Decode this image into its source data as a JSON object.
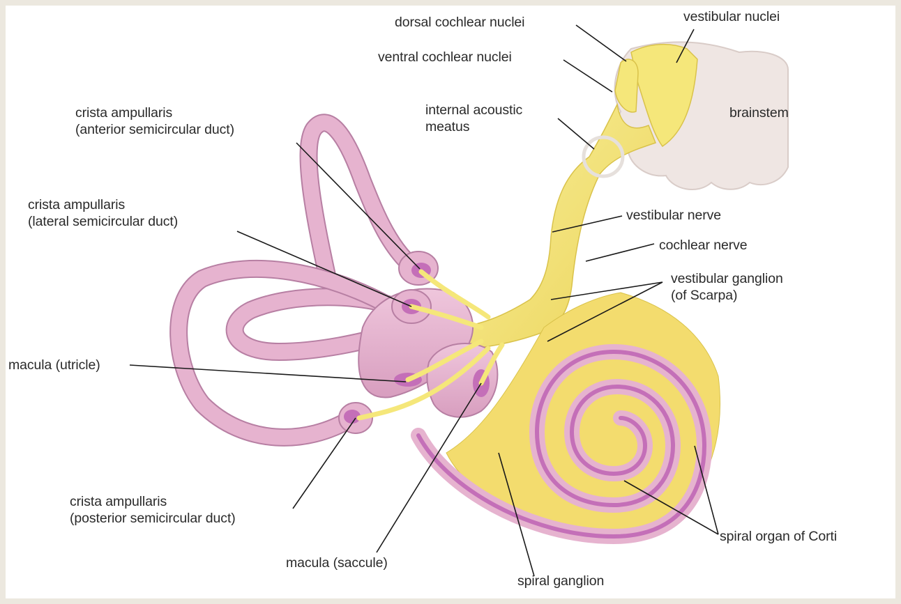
{
  "labels": {
    "dorsal_cochlear_nuclei": "dorsal cochlear nuclei",
    "vestibular_nuclei": "vestibular nuclei",
    "ventral_cochlear_nuclei": "ventral cochlear nuclei",
    "internal_acoustic_meatus": [
      "internal acoustic",
      "meatus"
    ],
    "brainstem": "brainstem",
    "crista_anterior": [
      "crista ampullaris",
      "(anterior semicircular duct)"
    ],
    "crista_lateral": [
      "crista ampullaris",
      "(lateral semicircular duct)"
    ],
    "vestibular_nerve": "vestibular nerve",
    "cochlear_nerve": "cochlear nerve",
    "vestibular_ganglion": [
      "vestibular ganglion",
      "(of Scarpa)"
    ],
    "macula_utricle": "macula (utricle)",
    "crista_posterior": [
      "crista ampullaris",
      "(posterior semicircular duct)"
    ],
    "spiral_organ_of_corti": "spiral organ of Corti",
    "macula_saccule": "macula (saccule)",
    "spiral_ganglion": "spiral ganglion"
  },
  "colors": {
    "membrane": "#e6b3cf",
    "membrane_edge": "#b77fa3",
    "sensory": "#c46fb8",
    "nerve": "#f5e77a",
    "nerve_edge": "#d9c24a",
    "brainstem": "#efe6e3",
    "leader": "#1a1a1a"
  }
}
